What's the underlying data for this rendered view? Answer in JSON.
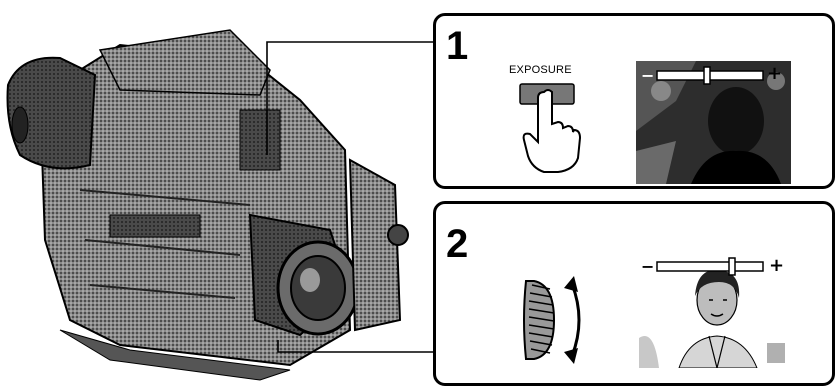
{
  "steps": [
    {
      "number": "1",
      "button_label": "EXPOSURE"
    },
    {
      "number": "2"
    }
  ],
  "exposure_scale": {
    "minus_sign": "−",
    "plus_sign": "+"
  },
  "colors": {
    "ink": "#000000",
    "paper": "#ffffff",
    "halftone": "#6b6b6b"
  }
}
